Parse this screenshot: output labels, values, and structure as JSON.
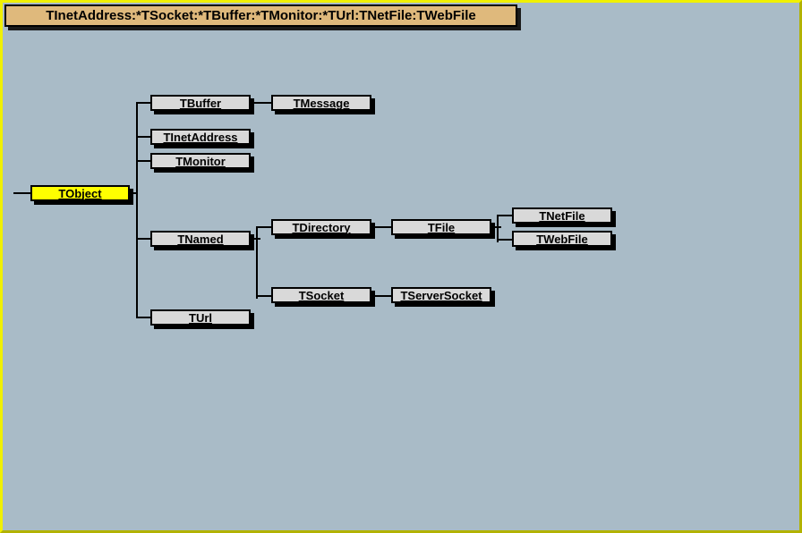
{
  "title_bar": {
    "text": "TInetAddress:*TSocket:*TBuffer:*TMonitor:*TUrl:TNetFile:TWebFile"
  },
  "colors": {
    "page_background": "#A9BBC7",
    "frame_border_light": "#F0F000",
    "frame_border_dark": "#B2B200",
    "title_background": "#DFB97C",
    "node_background": "#D9D9D9",
    "highlight_node_background": "#FFFF00",
    "line_color": "#000000",
    "shadow_color": "#000000",
    "text_color": "#000000"
  },
  "nodes": [
    {
      "label": "TObject",
      "highlighted": true
    },
    {
      "label": "TBuffer",
      "highlighted": false
    },
    {
      "label": "TMessage",
      "highlighted": false
    },
    {
      "label": "TInetAddress",
      "highlighted": false
    },
    {
      "label": "TMonitor",
      "highlighted": false
    },
    {
      "label": "TNamed",
      "highlighted": false
    },
    {
      "label": "TDirectory",
      "highlighted": false
    },
    {
      "label": "TFile",
      "highlighted": false
    },
    {
      "label": "TNetFile",
      "highlighted": false
    },
    {
      "label": "TWebFile",
      "highlighted": false
    },
    {
      "label": "TSocket",
      "highlighted": false
    },
    {
      "label": "TServerSocket",
      "highlighted": false
    },
    {
      "label": "TUrl",
      "highlighted": false
    }
  ],
  "hierarchy": {
    "TObject": [
      "TBuffer",
      "TInetAddress",
      "TMonitor",
      "TNamed",
      "TUrl"
    ],
    "TBuffer": [
      "TMessage"
    ],
    "TNamed": [
      "TDirectory",
      "TSocket"
    ],
    "TDirectory": [
      "TFile"
    ],
    "TFile": [
      "TNetFile",
      "TWebFile"
    ],
    "TSocket": [
      "TServerSocket"
    ]
  }
}
